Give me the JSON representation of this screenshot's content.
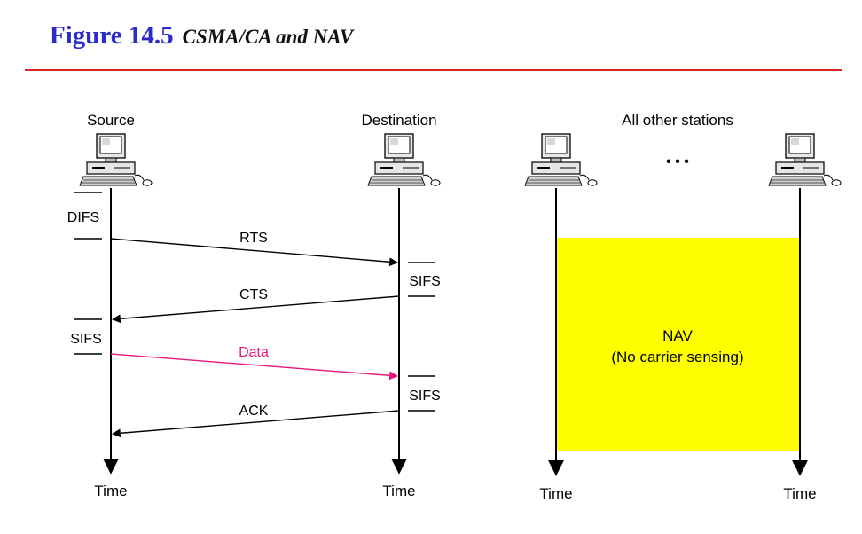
{
  "figure": {
    "number": "Figure 14.5",
    "caption": "CSMA/CA and NAV",
    "rule_color": "#d42a20",
    "title_color": "#2b2bc8"
  },
  "stations": {
    "source": "Source",
    "destination": "Destination",
    "others": "All other stations",
    "ellipsis": "• • •",
    "icon": "desktop-computer-icon"
  },
  "time_label": "Time",
  "messages": {
    "rts": "RTS",
    "cts": "CTS",
    "data": "Data",
    "ack": "ACK",
    "data_color": "#e6167a"
  },
  "intervals": {
    "difs": "DIFS",
    "sifs": "SIFS"
  },
  "nav": {
    "label": "NAV",
    "sublabel": "(No carrier sensing)",
    "fill": "#ffff00"
  }
}
